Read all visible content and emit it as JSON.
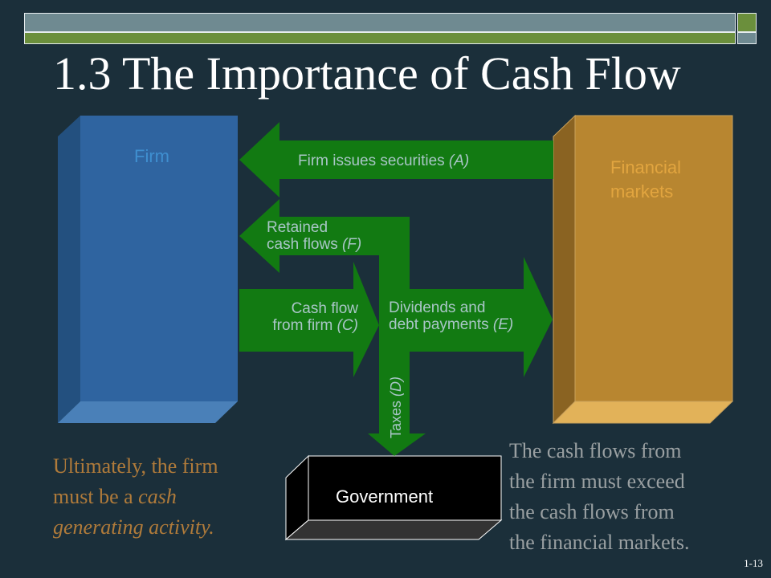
{
  "slide": {
    "title": "1.3 The Importance of Cash Flow",
    "page_number": "1-13"
  },
  "boxes": {
    "firm": "Firm",
    "financial_markets_line1": "Financial",
    "financial_markets_line2": "markets",
    "government": "Government"
  },
  "flows": {
    "a_text": "Firm issues securities ",
    "a_code": "(A)",
    "f_line1": "Retained",
    "f_line2_text": "cash flows ",
    "f_code": "(F)",
    "c_line1": "Cash flow",
    "c_line2_text": "from firm ",
    "c_code": "(C)",
    "e_line1": "Dividends and",
    "e_line2_text": "debt payments ",
    "e_code": "(E)",
    "d_text": "Taxes ",
    "d_code": "(D)"
  },
  "notes": {
    "left_line1": "Ultimately, the firm",
    "left_line2_pre": "must be a ",
    "left_line2_em": "cash",
    "left_line3_em": "generating activity.",
    "right_line1": "The cash flows from",
    "right_line2": "the firm must exceed",
    "right_line3": "the cash flows from",
    "right_line4": "the financial markets."
  },
  "colors": {
    "background": "#1b2f3a",
    "firm": "#2f64a0",
    "financial_markets": "#b88630",
    "government": "#000000",
    "arrows": "#127a12"
  }
}
